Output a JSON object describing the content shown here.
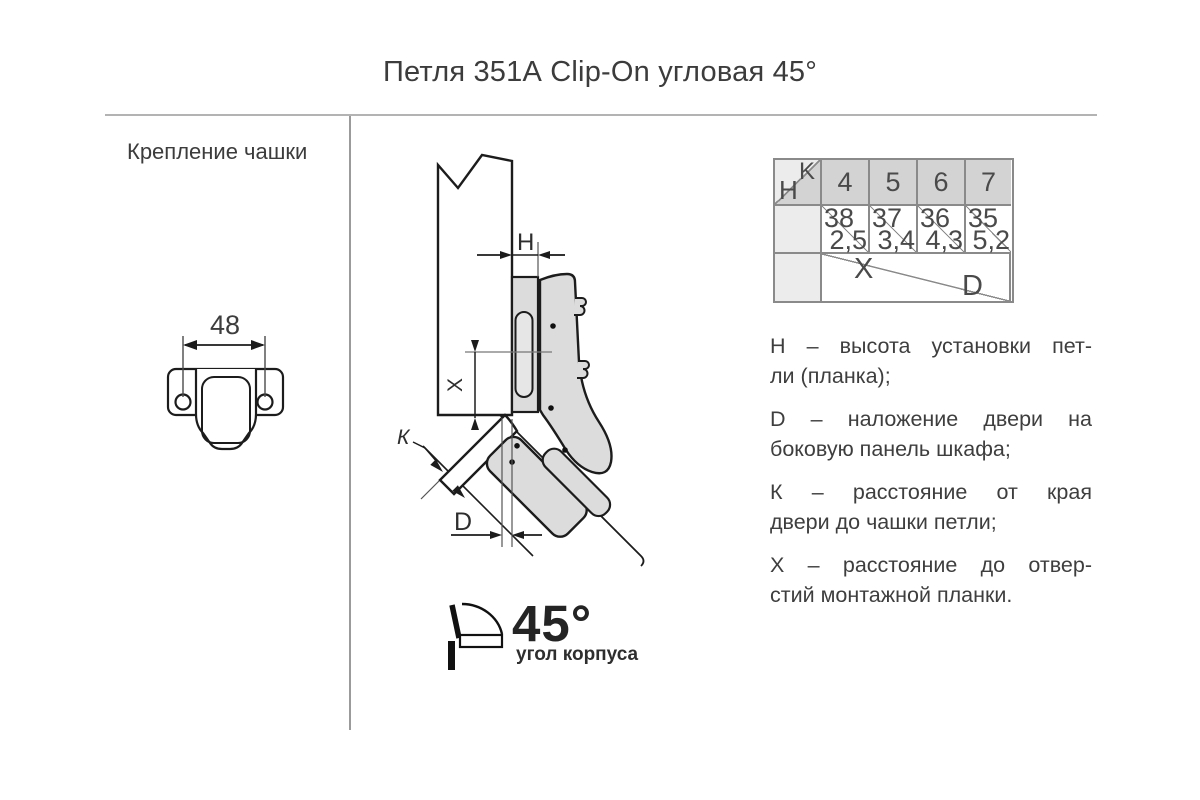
{
  "title": "Петля 351А Clip-On угловая 45°",
  "left_panel": {
    "heading": "Крепление чашки",
    "plate_dimension": "48"
  },
  "drawing": {
    "dim_h_label": "H",
    "dim_x_label": "X",
    "dim_k_label": "К",
    "dim_d_label": "D"
  },
  "angle_icon": {
    "value": "45°",
    "caption": "угол корпуса"
  },
  "table": {
    "corner": {
      "top_label": "K",
      "bottom_label": "H"
    },
    "columns": [
      "4",
      "5",
      "6",
      "7"
    ],
    "cells": [
      {
        "x": "38",
        "d": "2,5"
      },
      {
        "x": "37",
        "d": "3,4"
      },
      {
        "x": "36",
        "d": "4,3"
      },
      {
        "x": "35",
        "d": "5,2"
      }
    ],
    "footer": {
      "x_label": "X",
      "d_label": "D"
    }
  },
  "legend": [
    {
      "line1": "H – высота установки пет-",
      "line2": "ли (планка);"
    },
    {
      "line1": "D – наложение двери на",
      "line2": "боковую панель шкафа;"
    },
    {
      "line1": "К – расстояние от края",
      "line2": "двери до чашки петли;"
    },
    {
      "line1": "X – расстояние до отвер-",
      "line2": "стий монтажной планки."
    }
  ],
  "colors": {
    "hinge_fill": "#dcdcdc",
    "outline": "#1c1c1c",
    "table_border": "#8a8a8a",
    "table_header_bg": "#d3d3d3",
    "table_side_bg": "#ececec",
    "text": "#3d3d3d"
  }
}
